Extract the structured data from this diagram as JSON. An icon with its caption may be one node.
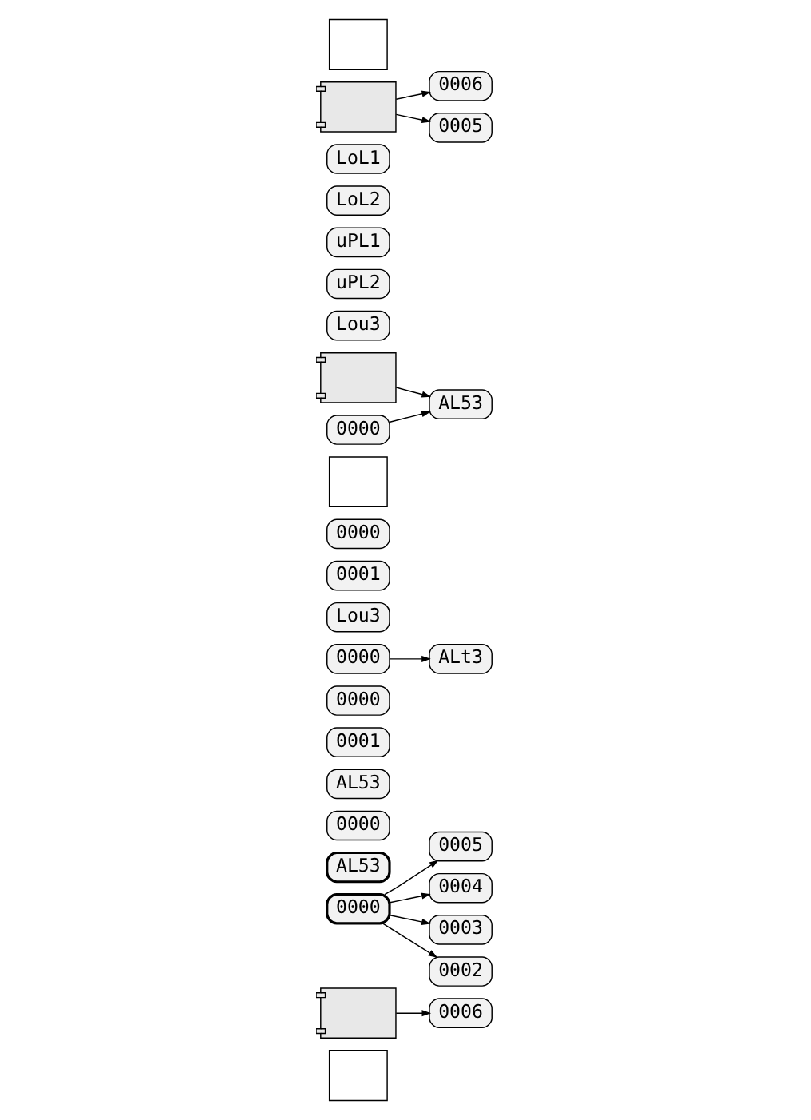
{
  "diagram": {
    "nodes": [
      {
        "text": [],
        "shape": "picture"
      },
      {
        "text": [
          "0005"
        ]
      },
      {
        "text": [],
        "shape": "box"
      },
      {
        "text": [
          "0006"
        ]
      },
      {
        "text": [
          "LoL1"
        ]
      },
      {
        "text": [
          "LoL2"
        ]
      },
      {
        "text": [
          "uPL1"
        ]
      },
      {
        "text": [
          "uPL2"
        ]
      },
      {
        "text": [
          "Lou3"
        ]
      },
      {
        "text": [
          "0000"
        ]
      },
      {
        "text": [
          "AL53"
        ]
      },
      {
        "text": [],
        "shape": "picture"
      },
      {
        "text": [],
        "shape": "box"
      },
      {
        "text": [
          "0000"
        ]
      },
      {
        "text": [
          "0001"
        ]
      },
      {
        "text": [
          "Lou3"
        ]
      },
      {
        "text": [
          "0000"
        ]
      },
      {
        "text": [
          "ALt3"
        ]
      },
      {
        "text": [
          "0000"
        ]
      },
      {
        "text": [
          "0001"
        ]
      },
      {
        "text": [
          "AL53"
        ]
      },
      {
        "text": [
          "0000"
        ]
      },
      {
        "text": [
          "AL53"
        ]
      },
      {
        "text": [
          "0000"
        ]
      },
      {
        "text": [
          "0002"
        ]
      },
      {
        "text": [
          "0003"
        ]
      },
      {
        "text": [
          "0004"
        ]
      },
      {
        "text": [
          "0005"
        ]
      },
      {
        "text": [],
        "shape": "picture"
      },
      {
        "text": [
          "0006"
        ]
      },
      {
        "text": [],
        "shape": "box"
      }
    ],
    "edges": [
      {
        "from": 0,
        "to": 1,
        "arrow": "to"
      },
      {
        "from": 0,
        "to": 3,
        "arrow": "to"
      },
      {
        "from": 9,
        "to": 10,
        "arrow": "to"
      },
      {
        "from": 11,
        "to": 10,
        "arrow": "to"
      },
      {
        "from": 16,
        "to": 17,
        "arrow": "to"
      },
      {
        "from": 23,
        "to": 24,
        "arrow": "to"
      },
      {
        "from": 23,
        "to": 25,
        "arrow": "to"
      },
      {
        "from": 23,
        "to": 26,
        "arrow": "to"
      },
      {
        "from": 23,
        "to": 27,
        "arrow": "to"
      },
      {
        "from": 28,
        "to": 29,
        "arrow": "to"
      }
    ]
  }
}
